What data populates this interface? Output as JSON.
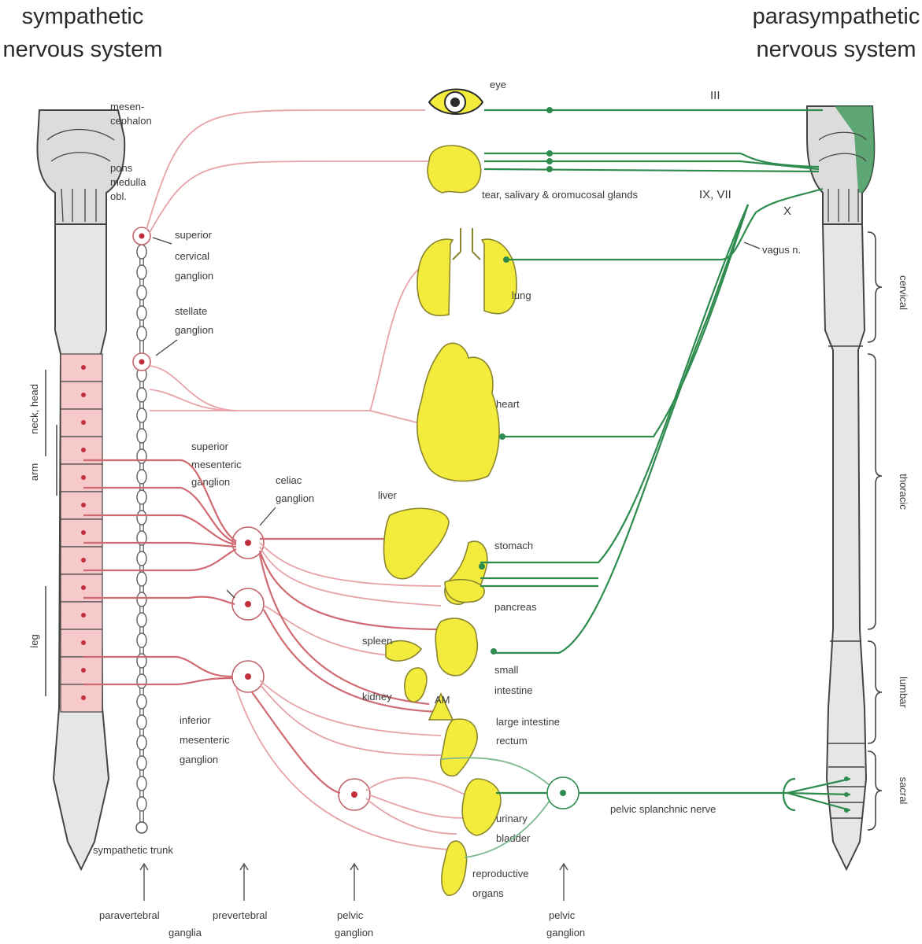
{
  "titles": {
    "sympathetic_line1": "sympathetic",
    "sympathetic_line2": "nervous system",
    "parasympathetic_line1": "parasympathetic",
    "parasympathetic_line2": "nervous system"
  },
  "brain_labels": {
    "mesencephalon_1": "mesen-",
    "mesencephalon_2": "cephalon",
    "pons": "pons",
    "medulla": "medulla",
    "obl": "obl."
  },
  "ganglia_labels": {
    "superior_cervical_1": "superior",
    "superior_cervical_2": "cervical",
    "superior_cervical_3": "ganglion",
    "stellate_1": "stellate",
    "stellate_2": "ganglion",
    "superior_mesenteric_1": "superior",
    "superior_mesenteric_2": "mesenteric",
    "superior_mesenteric_3": "ganglion",
    "celiac_1": "celiac",
    "celiac_2": "ganglion",
    "inferior_mesenteric_1": "inferior",
    "inferior_mesenteric_2": "mesenteric",
    "inferior_mesenteric_3": "ganglion",
    "sympathetic_trunk": "sympathetic trunk"
  },
  "organs": {
    "eye": "eye",
    "glands": "tear, salivary & oromucosal glands",
    "lung": "lung",
    "heart": "heart",
    "liver": "liver",
    "stomach": "stomach",
    "pancreas": "pancreas",
    "spleen": "spleen",
    "small_intestine_1": "small",
    "small_intestine_2": "intestine",
    "kidney": "kidney",
    "am": "AM",
    "large_intestine_1": "large intestine",
    "large_intestine_2": "rectum",
    "bladder_1": "urinary",
    "bladder_2": "bladder",
    "reproductive_1": "reproductive",
    "reproductive_2": "organs"
  },
  "cranial_nerves": {
    "oculomotor": "III",
    "facial_glosso": "IX, VII",
    "vagus_numeral": "X",
    "vagus_label": "vagus n.",
    "pelvic_splanchnic": "pelvic splanchnic nerve"
  },
  "spinal_regions_left": {
    "neck_head": "neck, head",
    "arm": "arm",
    "leg": "leg"
  },
  "spinal_regions_right": {
    "cervical": "cervical",
    "thoracic": "thoracic",
    "lumbar": "lumbar",
    "sacral": "sacral"
  },
  "bottom_labels": {
    "paravertebral": "paravertebral",
    "prevertebral": "prevertebral",
    "ganglia": "ganglia",
    "pelvic_ganglion_left_1": "pelvic",
    "pelvic_ganglion_left_2": "ganglion",
    "pelvic_ganglion_right_1": "pelvic",
    "pelvic_ganglion_right_2": "ganglion"
  },
  "colors": {
    "sympathetic": "#d06a72",
    "parasympathetic": "#2e8b4e",
    "organ_fill": "#f4ec3c"
  }
}
